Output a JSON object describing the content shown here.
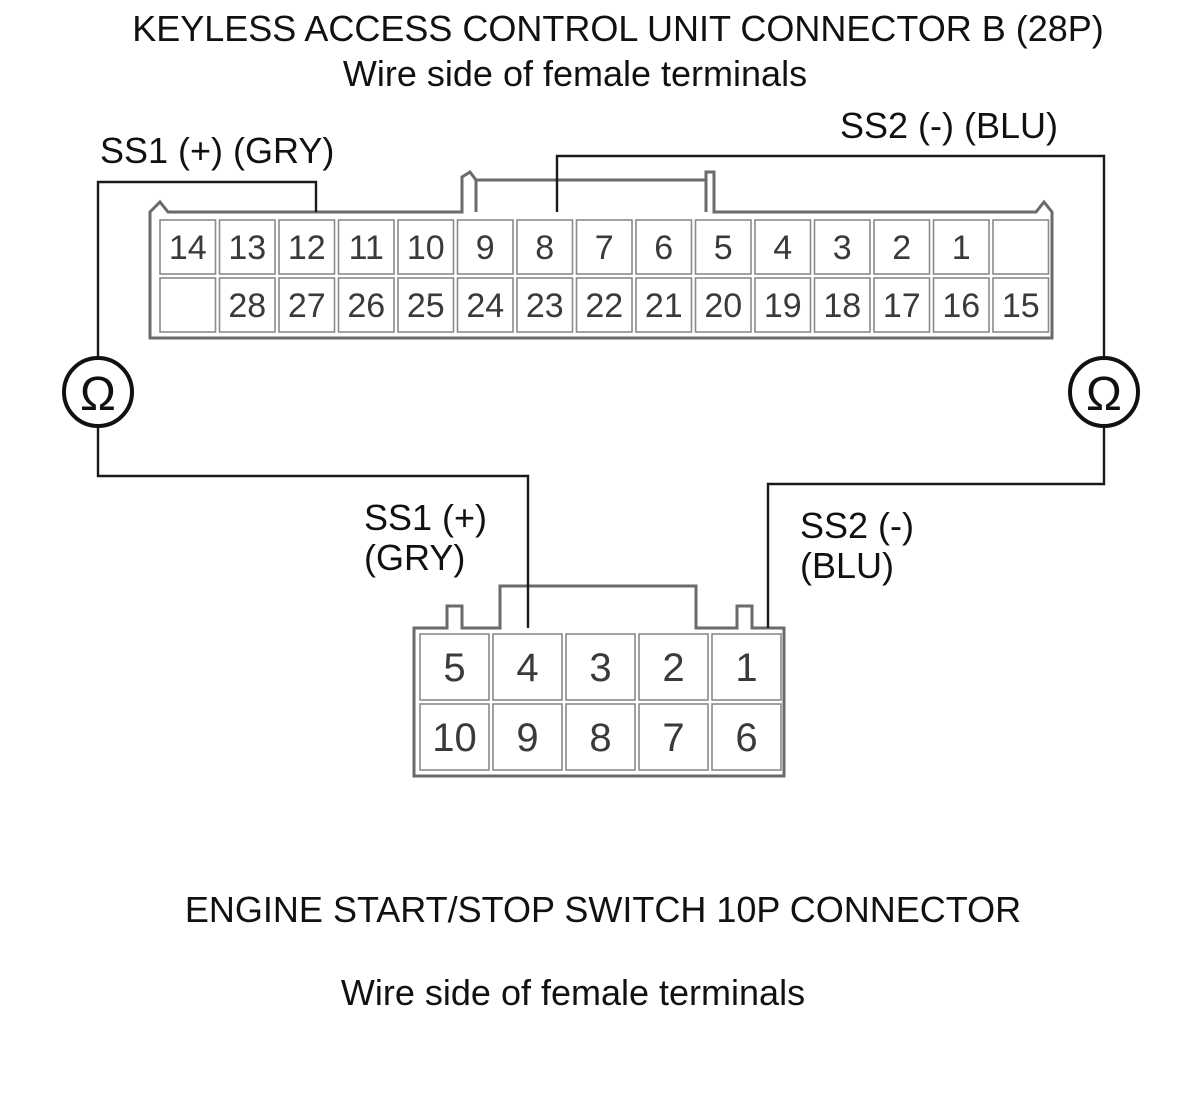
{
  "titles": {
    "top_title": "KEYLESS ACCESS CONTROL UNIT CONNECTOR B (28P)",
    "top_subtitle": "Wire side of female terminals",
    "bottom_title": "ENGINE START/STOP SWITCH 10P CONNECTOR",
    "bottom_subtitle": "Wire side of female terminals"
  },
  "labels": {
    "ss1_top": "SS1 (+) (GRY)",
    "ss2_top": "SS2 (-) (BLU)",
    "ss1_bottom_line1": "SS1 (+)",
    "ss1_bottom_line2": "(GRY)",
    "ss2_bottom_line1": "SS2 (-)",
    "ss2_bottom_line2": "(BLU)"
  },
  "meter_symbol": "Ω",
  "connector_28p": {
    "row1": [
      "14",
      "13",
      "12",
      "11",
      "10",
      "9",
      "8",
      "7",
      "6",
      "5",
      "4",
      "3",
      "2",
      "1",
      ""
    ],
    "row2": [
      "",
      "28",
      "27",
      "26",
      "25",
      "24",
      "23",
      "22",
      "21",
      "20",
      "19",
      "18",
      "17",
      "16",
      "15"
    ]
  },
  "connector_10p": {
    "row1": [
      "5",
      "4",
      "3",
      "2",
      "1"
    ],
    "row2": [
      "10",
      "9",
      "8",
      "7",
      "6"
    ]
  }
}
